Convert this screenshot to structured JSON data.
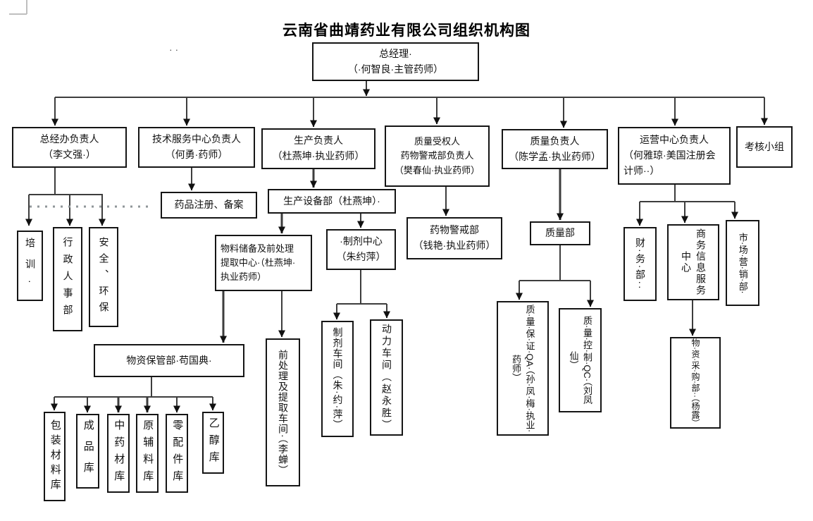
{
  "page": {
    "title": "云南省曲靖药业有限公司组织机构图",
    "stray_dots": "· ·"
  },
  "org": {
    "gm": {
      "lines": [
        "总经理·",
        "（·何智良·主管药师）"
      ]
    },
    "zjb": {
      "lines": [
        "总经办负责人",
        "（李文强·）"
      ]
    },
    "jsfw": {
      "lines": [
        "技术服务中心负责人",
        "（何勇·药师）"
      ]
    },
    "sc": {
      "lines": [
        "生产负责人",
        "（杜燕坤·执业药师）"
      ]
    },
    "zlsq": {
      "lines": [
        "质量受权人",
        "药物警戒部负责人",
        "（樊春仙·执业药师）"
      ]
    },
    "zlfz": {
      "lines": [
        "质量负责人",
        "（陈学孟·执业药师）"
      ]
    },
    "yyzx": {
      "lines": [
        "运营中心负责人",
        "（何雅琼·美国注册会",
        "计师··）"
      ]
    },
    "khxz": {
      "label": "考核小组"
    },
    "peixun": "培训·",
    "xzrsb": "行政人事部",
    "aqhb": "安全、环保",
    "ypzc": "药品注册、备案",
    "scsbb": "生产设备部（杜燕坤）·",
    "wlcb": {
      "lines": [
        "物料储备及前处理",
        "提取中心·（杜燕坤·",
        "执业药师）"
      ]
    },
    "zjzx": {
      "lines": [
        "·制剂中心",
        "（朱约萍）"
      ]
    },
    "ywjjb": {
      "lines": [
        "药物警戒部",
        "（钱艳·执业药师）"
      ]
    },
    "zlb": "质量部",
    "qa": "质·量·保·证·QA·（孙·凤·梅·执业·药师）",
    "qc": "质·量·控·制·QC·（刘凤仙）",
    "cwb": "财·务·部··",
    "swxx": "商务信息服务中心",
    "scyx": "市·场·营·销·部·",
    "wzcg": "物·资·采·购·部··（杨露）",
    "wzbg": "物资保管部·苟国典·",
    "qcl": "前处理及提取车间·（李蝉）",
    "zjcj": "制剂车间（朱·约·萍）",
    "dlcj": "动力车间（赵永胜）",
    "warehouses": [
      "包装材料库",
      "成品库",
      "中药材库",
      "原辅料库",
      "零配件库",
      "乙醇库"
    ]
  }
}
